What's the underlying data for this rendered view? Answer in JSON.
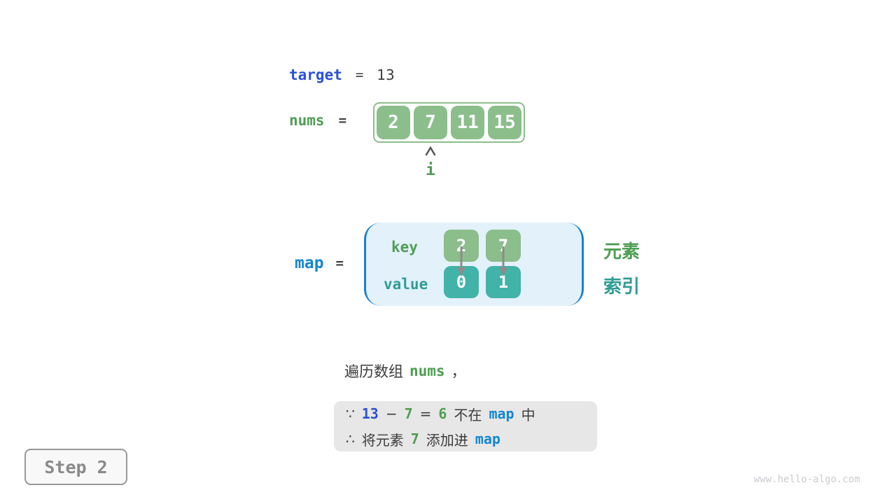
{
  "diagram": {
    "target_row": {
      "name": "target",
      "equals": "=",
      "value": "13"
    },
    "nums_row": {
      "name": "nums",
      "equals": "=",
      "cells": [
        "2",
        "7",
        "11",
        "15"
      ],
      "pointer_label": "i",
      "pointer_index": 1
    },
    "map_row": {
      "name": "map",
      "equals": "=",
      "key_label": "key",
      "value_label": "value",
      "keys": [
        "2",
        "7"
      ],
      "values": [
        "0",
        "1"
      ],
      "element_label": "元素",
      "index_label": "索引"
    },
    "caption": {
      "prefix": "遍历数组",
      "code": "nums",
      "comma": "，"
    },
    "note": {
      "line1": {
        "sym": "∵",
        "minuend": "13",
        "minus": "−",
        "subtrahend": "7",
        "equals": "=",
        "difference": "6",
        "not_in": "不在",
        "map": "map",
        "suffix": "中"
      },
      "line2": {
        "sym": "∴",
        "prefix": "将元素",
        "value": "7",
        "action": "添加进",
        "map": "map"
      }
    },
    "step_label": "Step 2",
    "watermark": "www.hello-algo.com"
  },
  "colors": {
    "target_blue": "#2b50d8",
    "map_blue": "#1287d2",
    "green_text": "#4f9e53",
    "teal_text": "#2f9c94",
    "green_cell": "#8bbe8b",
    "teal_cell": "#41b3a9",
    "map_bg": "#e3f1fb",
    "map_border": "#1a80d1",
    "dark_text": "#3c3c3c",
    "note_bg": "#e7e7e7",
    "arrow_gray": "#8c8c8c"
  }
}
